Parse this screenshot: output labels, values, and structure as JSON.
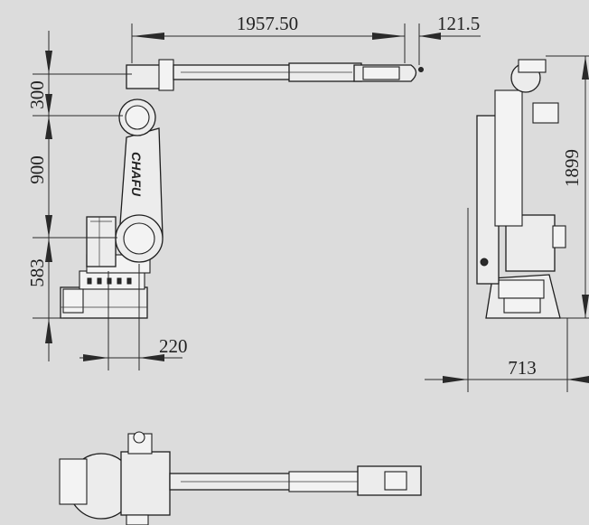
{
  "brand": "CHAFU",
  "dimensions": {
    "arm_reach": "1957.50",
    "wrist_offset": "121.5",
    "upper_height": "300",
    "arm_height": "900",
    "base_height": "583",
    "base_offset": "220",
    "total_height": "1899",
    "side_width": "713"
  }
}
